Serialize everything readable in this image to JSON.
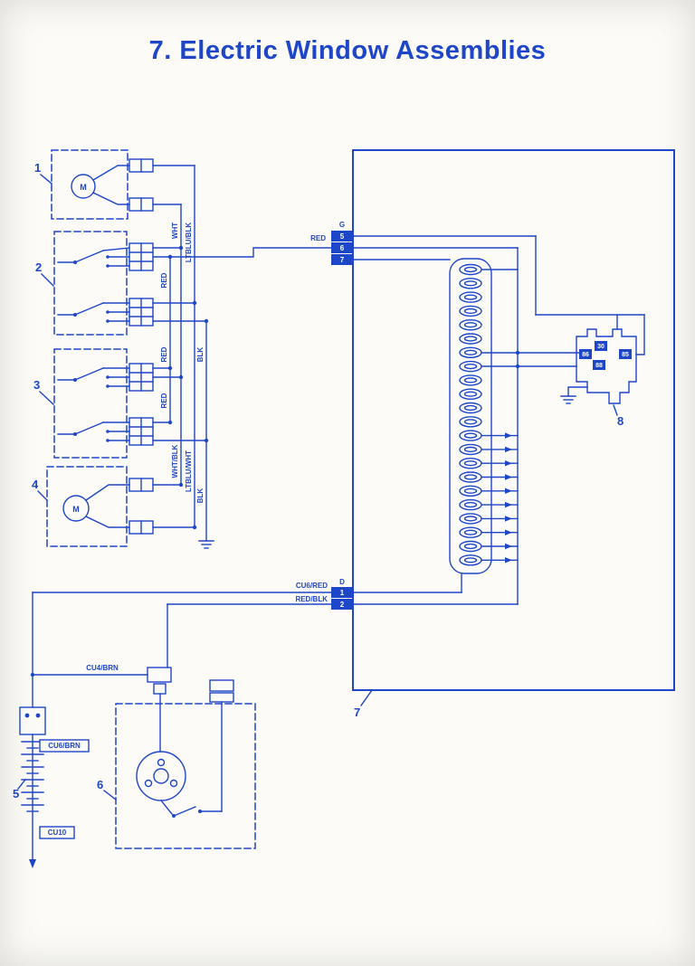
{
  "title": "7. Electric Window Assemblies",
  "colors": {
    "ink": "#1e46c8",
    "bg": "#fcfbf7"
  },
  "component_numbers": {
    "n1": "1",
    "n2": "2",
    "n3": "3",
    "n4": "4",
    "n5": "5",
    "n6": "6",
    "n7": "7",
    "n8": "8"
  },
  "motor_label": "M",
  "wire_labels": {
    "wht": "WHT",
    "ltblu_blk": "LTBLU/BLK",
    "red_a": "RED",
    "red_b": "RED",
    "red_c": "RED",
    "blk_a": "BLK",
    "blk_b": "BLK",
    "wht_blk": "WHT/BLK",
    "ltblu_wht": "LTBLU/WHT",
    "red_feed": "RED",
    "cu6_red": "CU6/RED",
    "red_blk": "RED/BLK",
    "cu4_brn": "CU4/BRN",
    "cu6_brn": "CU6/BRN",
    "cu10": "CU10"
  },
  "connector_g": {
    "id": "G",
    "pins": [
      "5",
      "6",
      "7"
    ]
  },
  "connector_d": {
    "id": "D",
    "pins": [
      "1",
      "2"
    ]
  },
  "relay_pins": {
    "p30": "30",
    "p86": "86",
    "p85": "85",
    "p88": "88"
  },
  "terminal_strip": {
    "count": 22,
    "tick_start": 12
  }
}
